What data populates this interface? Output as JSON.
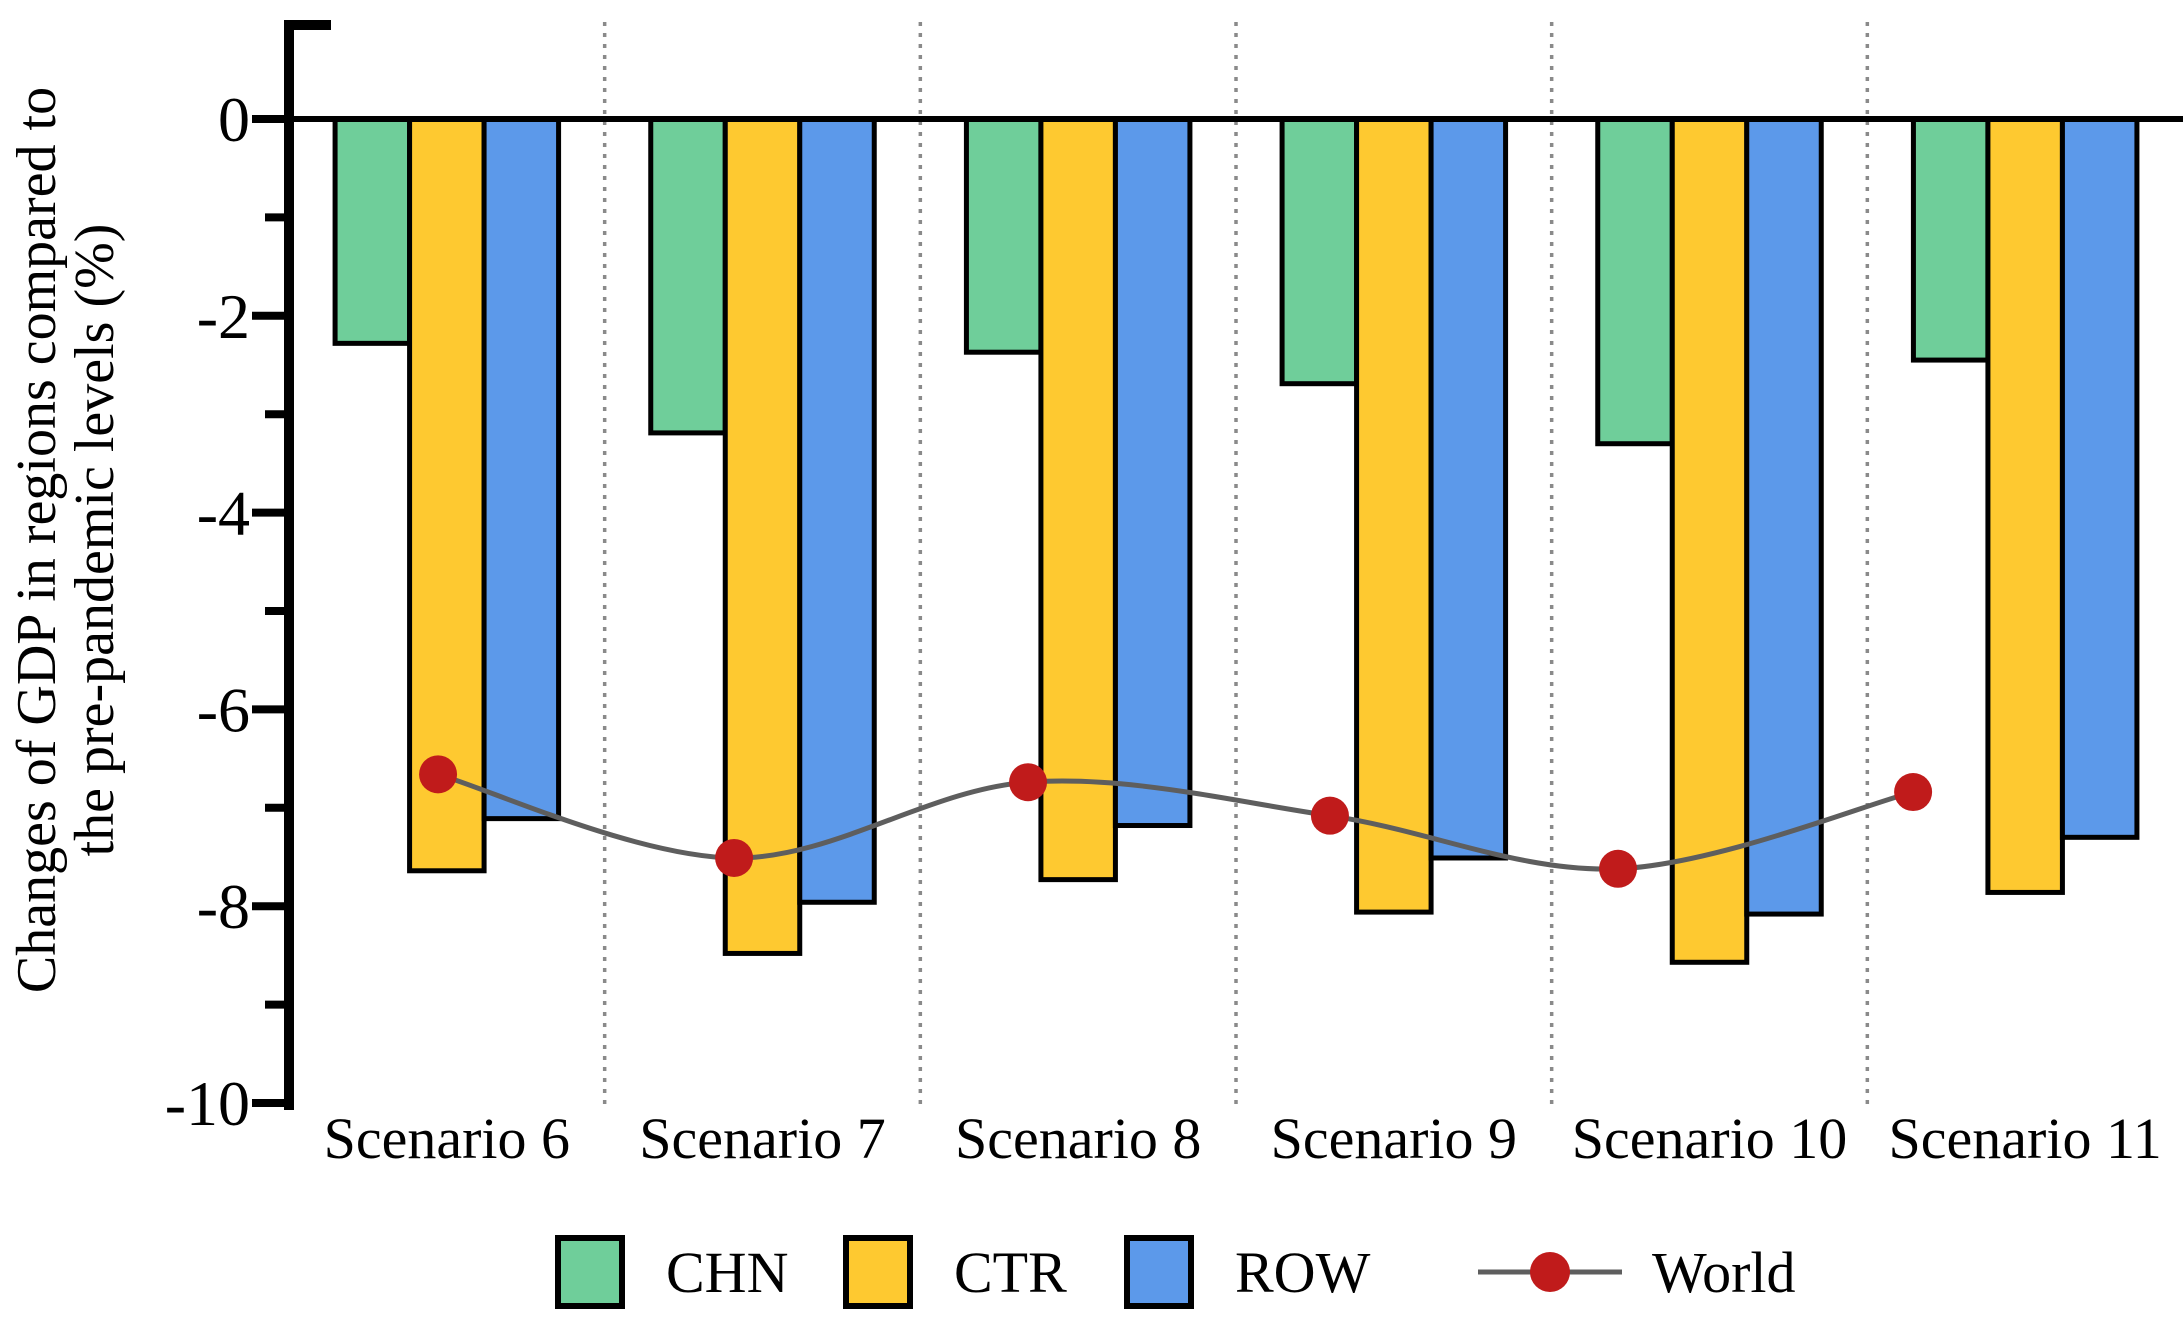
{
  "figure": {
    "ylabel_line1": "Changes of GDP in regions compared to",
    "ylabel_line2": "the pre-pandemic levels (%)"
  },
  "chart_data": {
    "type": "bar",
    "overlay": "line",
    "categories": [
      "Scenario 6",
      "Scenario 7",
      "Scenario 8",
      "Scenario 9",
      "Scenario 10",
      "Scenario 11"
    ],
    "series": [
      {
        "name": "CHN",
        "kind": "bar",
        "color": "#6fce9a",
        "values": [
          -2.28,
          -3.19,
          -2.37,
          -2.69,
          -3.3,
          -2.45
        ]
      },
      {
        "name": "CTR",
        "kind": "bar",
        "color": "#fec930",
        "values": [
          -7.64,
          -8.48,
          -7.73,
          -8.06,
          -8.57,
          -7.86
        ]
      },
      {
        "name": "ROW",
        "kind": "bar",
        "color": "#5c99ea",
        "values": [
          -7.11,
          -7.96,
          -7.18,
          -7.51,
          -8.08,
          -7.3
        ]
      },
      {
        "name": "World",
        "kind": "line",
        "color": "#c01b1b",
        "line_color": "#5e5e5e",
        "values": [
          -6.66,
          -7.51,
          -6.74,
          -7.08,
          -7.62,
          -6.84
        ],
        "x_frac": [
          0.0787,
          0.235,
          0.3902,
          0.5496,
          0.7017,
          0.8575
        ]
      }
    ],
    "title": "",
    "xlabel": "",
    "ylabel": "Changes of GDP in regions compared to the pre-pandemic levels (%)",
    "ylim": [
      -10,
      1
    ],
    "yticks_major": [
      0,
      -2,
      -4,
      -6,
      -8,
      -10
    ],
    "ytick_labels": [
      "0",
      "-2",
      "-4",
      "-6",
      "-8",
      "-10"
    ],
    "yticks_minor": [
      -1,
      -3,
      -5,
      -7,
      -9
    ],
    "grid": "vertical dotted separators between categories",
    "legend_position": "bottom center",
    "legend": [
      {
        "label": "CHN",
        "swatch": "green-rect"
      },
      {
        "label": "CTR",
        "swatch": "yellow-rect"
      },
      {
        "label": "ROW",
        "swatch": "blue-rect"
      },
      {
        "label": "World",
        "swatch": "red-dot-on-gray-line"
      }
    ],
    "colors": {
      "chn_green": "#6fce9a",
      "ctr_yellow": "#fec930",
      "row_blue": "#5c99ea",
      "world_dot_red": "#c01b1b",
      "world_line_gray": "#5e5e5e",
      "bar_border": "#000000",
      "separator_gray": "#8a8a8a",
      "axis_black": "#000000"
    }
  }
}
